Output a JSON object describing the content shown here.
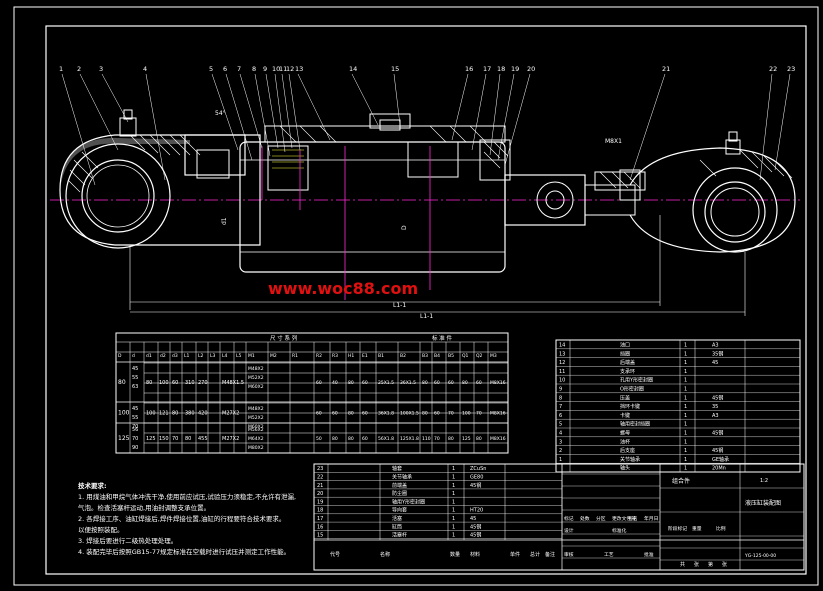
{
  "watermark": "www.woc88.com",
  "balloons": [
    "1",
    "2",
    "3",
    "4",
    "5",
    "6",
    "7",
    "8",
    "9",
    "10",
    "11",
    "12",
    "13",
    "14",
    "15",
    "16",
    "17",
    "18",
    "19",
    "20",
    "21",
    "22",
    "23"
  ],
  "dimensions": {
    "d_label": "D",
    "d1_label": "d1",
    "l1_label": "L1-1",
    "l_label": "L1-1",
    "angle_top": "54°",
    "m_label": "M8X1"
  },
  "size_table": {
    "header": [
      "尺  寸  系  列",
      "标  准  件"
    ],
    "col_heads": [
      "D",
      "d",
      "d1",
      "d2",
      "d3",
      "L1",
      "L2",
      "L3",
      "L4",
      "L5",
      "M1",
      "M2",
      "R1",
      "R2",
      "R3",
      "H1",
      "E1",
      "B1",
      "B2",
      "B3",
      "B4",
      "B5",
      "Q1",
      "Q2",
      "M3"
    ],
    "rows": [
      {
        "D": "80",
        "d": [
          "45",
          "55",
          "63"
        ],
        "vals": [
          "80",
          "100",
          "60",
          "310",
          "270"
        ],
        "m": "M48X1.5",
        "thread": [
          "M48X2",
          "M52X2",
          "M60X2"
        ],
        "std": [
          "60",
          "40",
          "80",
          "60",
          "25X1.5",
          "36X1.5",
          "80",
          "60",
          "60",
          "80",
          "60"
        ],
        "bolt": "M8X16"
      },
      {
        "D": "100",
        "d": [
          "45",
          "55",
          "70"
        ],
        "vals": [
          "100",
          "121",
          "80",
          "380",
          "420"
        ],
        "m": "M27X2",
        "thread": [
          "M48X2",
          "M52X2",
          "M60X2"
        ],
        "std": [
          "60",
          "60",
          "80",
          "60",
          "36X1.8",
          "100X1.5",
          "80",
          "60",
          "70",
          "100",
          "70"
        ],
        "bolt": "M8X16"
      },
      {
        "D": "125",
        "d": [
          "56",
          "70",
          "90"
        ],
        "vals": [
          "125",
          "150",
          "70",
          "80",
          "455"
        ],
        "m": "M27X2",
        "thread": [
          "M56X2",
          "M64X2",
          "M80X2"
        ],
        "std": [
          "50",
          "80",
          "80",
          "60",
          "56X1.8",
          "125X1.8",
          "110",
          "70",
          "80",
          "125",
          "80"
        ],
        "bolt": "M8X16"
      }
    ]
  },
  "parts_right": [
    {
      "no": "14",
      "name": "油口",
      "qty": "1",
      "mat": "A3"
    },
    {
      "no": "13",
      "name": "挡圈",
      "qty": "1",
      "mat": "35钢"
    },
    {
      "no": "12",
      "name": "后端盖",
      "qty": "1",
      "mat": "45"
    },
    {
      "no": "11",
      "name": "支承环",
      "qty": "1",
      "mat": ""
    },
    {
      "no": "10",
      "name": "孔用Y形密封圈",
      "qty": "1",
      "mat": ""
    },
    {
      "no": "9",
      "name": "O形密封圈",
      "qty": "1",
      "mat": ""
    },
    {
      "no": "8",
      "name": "压盖",
      "qty": "1",
      "mat": "45钢"
    },
    {
      "no": "7",
      "name": "挡环卡键",
      "qty": "1",
      "mat": "35"
    },
    {
      "no": "6",
      "name": "卡键",
      "qty": "1",
      "mat": "A3"
    },
    {
      "no": "5",
      "name": "轴用密封挡圈",
      "qty": "1",
      "mat": ""
    },
    {
      "no": "4",
      "name": "螺母",
      "qty": "1",
      "mat": "45钢"
    },
    {
      "no": "3",
      "name": "油杯",
      "qty": "1",
      "mat": ""
    },
    {
      "no": "2",
      "name": "后支座",
      "qty": "1",
      "mat": "45钢"
    },
    {
      "no": "1",
      "name": "关节轴承",
      "qty": "1",
      "mat": "GE轴承"
    },
    {
      "no": "",
      "name": "轴头",
      "qty": "1",
      "mat": "20Mn"
    }
  ],
  "parts_left": [
    {
      "no": "23",
      "name": "轴套",
      "qty": "1",
      "mat": "ZCuSn"
    },
    {
      "no": "22",
      "name": "关节轴承",
      "qty": "1",
      "mat": "GE80"
    },
    {
      "no": "21",
      "name": "前端盖",
      "qty": "1",
      "mat": "45钢"
    },
    {
      "no": "20",
      "name": "防尘圈",
      "qty": "1",
      "mat": ""
    },
    {
      "no": "19",
      "name": "轴用Y形密封圈",
      "qty": "1",
      "mat": ""
    },
    {
      "no": "18",
      "name": "导向套",
      "qty": "1",
      "mat": "HT20"
    },
    {
      "no": "17",
      "name": "活塞",
      "qty": "1",
      "mat": "45"
    },
    {
      "no": "16",
      "name": "缸筒",
      "qty": "1",
      "mat": "45钢"
    },
    {
      "no": "15",
      "name": "活塞杆",
      "qty": "1",
      "mat": "45钢"
    }
  ],
  "title_block": {
    "drawing_name": "液压缸装配图",
    "unit": "组合件",
    "code": "YG-125-00-00",
    "row1": [
      "标记",
      "处数",
      "分区",
      "更改文件号",
      "签名",
      "年月日"
    ],
    "row2": [
      "设计",
      "",
      "标准化",
      ""
    ],
    "row3": [
      "审核",
      "",
      "工艺",
      "",
      "批准"
    ],
    "stage": [
      "阶段标记",
      "重量",
      "比例"
    ],
    "sheet": [
      "共",
      "张",
      "第",
      "张"
    ],
    "small": [
      "代号",
      "名称",
      "数量",
      "材料",
      "单件",
      "总计",
      "备注"
    ],
    "ratio": "1:2"
  },
  "notes": {
    "title": "技术要求:",
    "lines": [
      "1. 用煤油和甲烷气体冲洗干净,使用前应试压,试验压力须稳定,不允许有泄漏,",
      "   气泡。检查活塞杆运动,用油封调整支承位置。",
      "2. 各焊接工序、油缸焊接后,焊件焊接位置,油缸的行程要符合技术要求。",
      "   以便按照装配。",
      "3. 焊接后要进行二级热处理处理。",
      "4. 装配完毕后按照GB15-77规定标准在空载时进行试压并测定工作性能。"
    ]
  }
}
